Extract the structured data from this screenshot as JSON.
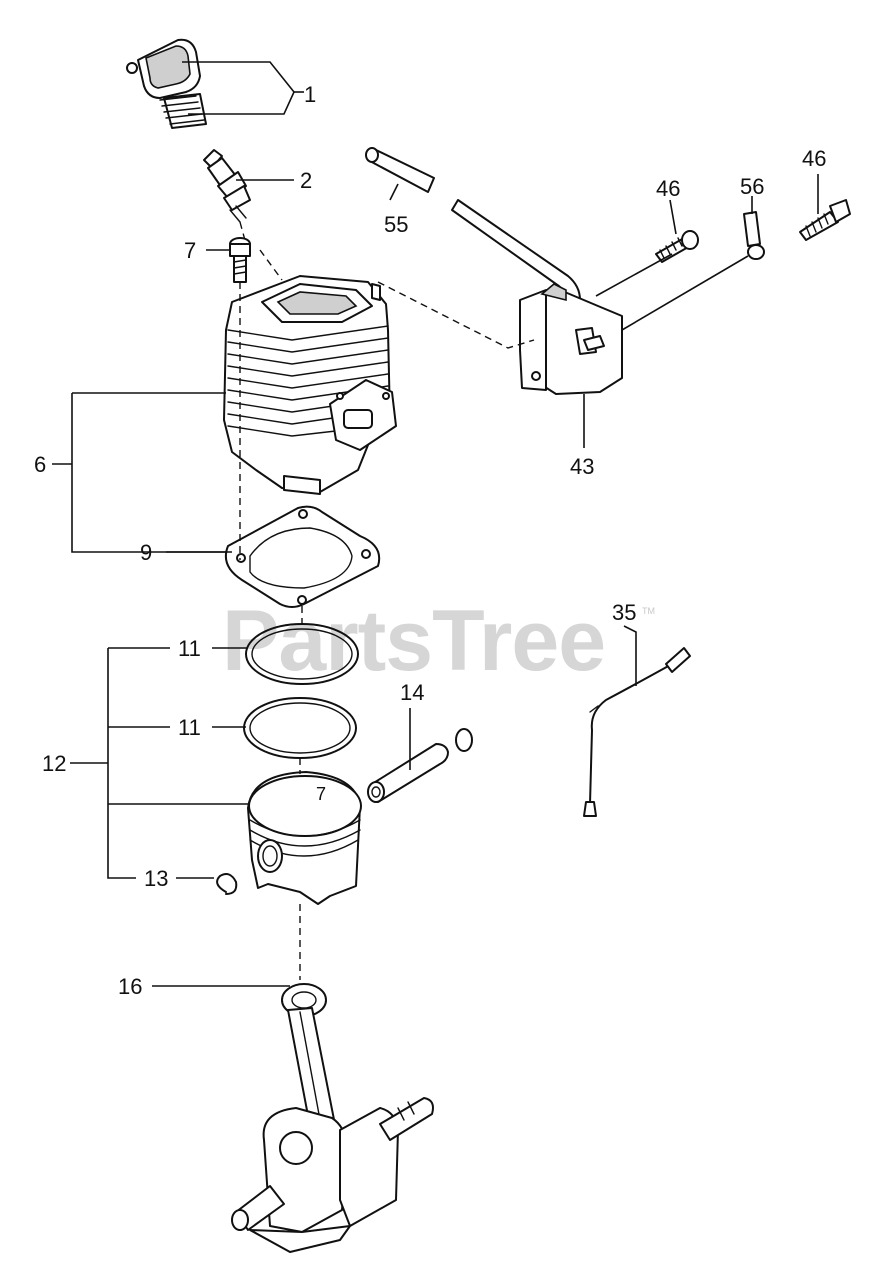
{
  "watermark": {
    "text": "PartsTree",
    "mark": "TM"
  },
  "callouts": {
    "c1": "1",
    "c2": "2",
    "c7": "7",
    "c55": "55",
    "c46a": "46",
    "c56": "56",
    "c46b": "46",
    "c6": "6",
    "c9": "9",
    "c43": "43",
    "c35": "35",
    "c11a": "11",
    "c11b": "11",
    "c14": "14",
    "c12": "12",
    "c13": "13",
    "c16": "16"
  },
  "parts": [
    {
      "callout": "1",
      "icon": "spark-plug-boot-icon"
    },
    {
      "callout": "2",
      "icon": "spark-plug-icon"
    },
    {
      "callout": "7",
      "icon": "bolt-icon"
    },
    {
      "callout": "6",
      "icon": "cylinder-icon"
    },
    {
      "callout": "9",
      "icon": "gasket-icon"
    },
    {
      "callout": "11",
      "icon": "piston-ring-icon"
    },
    {
      "callout": "12",
      "icon": "piston-assembly-icon"
    },
    {
      "callout": "13",
      "icon": "circlip-icon"
    },
    {
      "callout": "14",
      "icon": "piston-pin-icon"
    },
    {
      "callout": "16",
      "icon": "crankshaft-icon"
    },
    {
      "callout": "35",
      "icon": "wire-lead-icon"
    },
    {
      "callout": "43",
      "icon": "ignition-coil-icon"
    },
    {
      "callout": "46",
      "icon": "screw-icon"
    },
    {
      "callout": "55",
      "icon": "boot-sleeve-icon"
    },
    {
      "callout": "56",
      "icon": "terminal-icon"
    }
  ]
}
